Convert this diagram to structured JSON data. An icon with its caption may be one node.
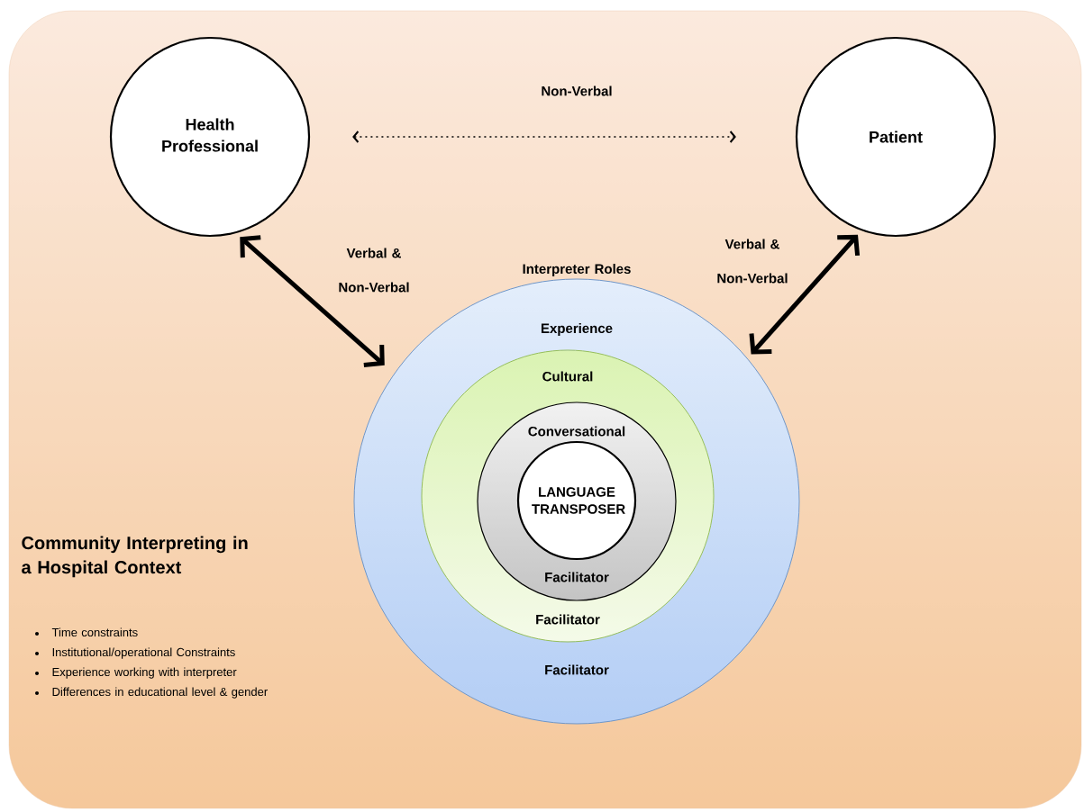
{
  "diagram": {
    "nodes": [
      {
        "text": [
          "Health Professional"
        ]
      },
      {
        "text": [
          "Patient"
        ]
      },
      {
        "text": [
          "Interpreter Roles",
          "Experience",
          "Facilitator"
        ]
      },
      {
        "text": [
          "Cultural",
          "Facilitator"
        ],
        "in": 2
      },
      {
        "text": [
          "Conversational",
          "Facilitator"
        ],
        "in": 3
      },
      {
        "text": [
          "LANGUAGE TRANSPOSER"
        ],
        "in": 4
      }
    ],
    "edges": [
      {
        "from": 0,
        "to": 1,
        "arrow": "both",
        "style": "dashed",
        "label": "Non-Verbal"
      },
      {
        "from": 0,
        "to": 2,
        "arrow": "both",
        "label": "Verbal & Non-Verbal"
      },
      {
        "from": 1,
        "to": 2,
        "arrow": "both",
        "label": "Verbal & Non-Verbal"
      }
    ],
    "labels": [
      "Community Interpreting in a Hospital Context",
      "Time constraints",
      "Institutional/operational Constraints",
      "Experience working with  interpreter",
      "Differences in educational level & gender"
    ]
  }
}
